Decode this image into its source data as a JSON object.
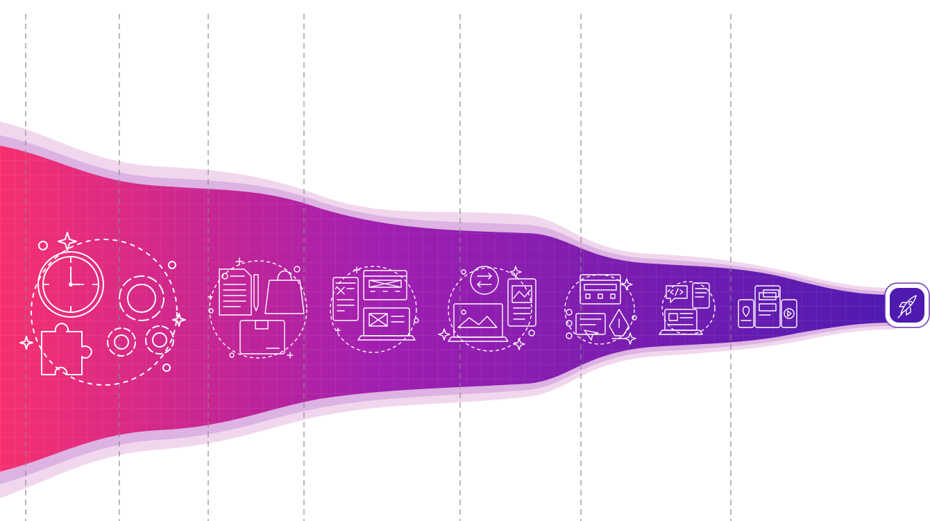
{
  "diagram": {
    "type": "funnel-timeline",
    "colors": {
      "gradient_start": "#f7306f",
      "gradient_mid": "#a11fb0",
      "gradient_end": "#4f1ab0",
      "halo_outer": "#f1d7ee",
      "halo_inner": "#dcb3e2",
      "divider": "#8a8a8a",
      "background": "#ffffff"
    },
    "stages": [
      {
        "id": "planning",
        "icons": [
          "clock-icon",
          "gear-icon",
          "puzzle-icon",
          "sparkle-icon"
        ]
      },
      {
        "id": "requirements",
        "icons": [
          "document-icon",
          "pen-icon",
          "shopping-bag-icon",
          "box-icon"
        ]
      },
      {
        "id": "wireframing",
        "icons": [
          "wireframe-browser-icon",
          "tablet-icon",
          "laptop-icon"
        ]
      },
      {
        "id": "responsive",
        "icons": [
          "laptop-image-icon",
          "swap-arrows-icon",
          "tablet-image-icon"
        ]
      },
      {
        "id": "design",
        "icons": [
          "browser-layout-icon",
          "pen-tool-icon",
          "cursor-icon"
        ]
      },
      {
        "id": "development",
        "icons": [
          "code-chat-icon",
          "laptop-icon",
          "phone-icon"
        ]
      },
      {
        "id": "multi-device",
        "icons": [
          "phone-map-icon",
          "tablet-app-icon",
          "phone-play-icon"
        ]
      },
      {
        "id": "launch",
        "icons": [
          "rocket-icon"
        ]
      }
    ]
  }
}
